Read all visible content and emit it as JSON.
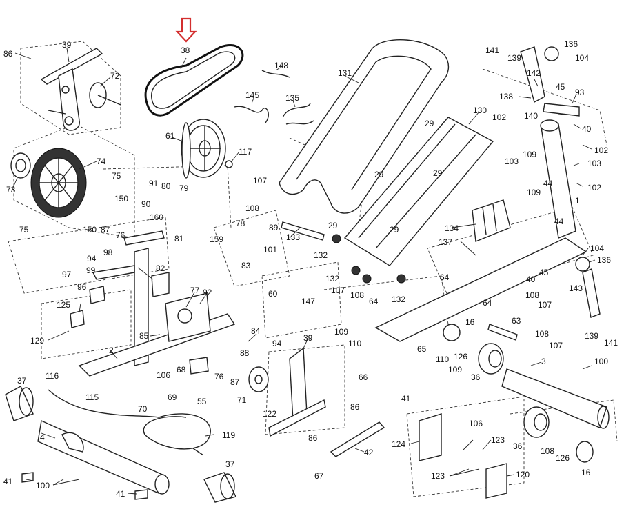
{
  "callouts": {
    "c38": "38",
    "c39a": "39",
    "c86a": "86",
    "c72": "72",
    "c148": "148",
    "c131": "131",
    "c141a": "141",
    "c139a": "139",
    "c136a": "136",
    "c104a": "104",
    "c142": "142",
    "c138": "138",
    "c45a": "45",
    "c93": "93",
    "c140": "140",
    "c40a": "40",
    "c145": "145",
    "c135": "135",
    "c130": "130",
    "c29a": "29",
    "c102a": "102",
    "c102b": "102",
    "c103a": "103",
    "c103b": "103",
    "c109a": "109",
    "c102c": "102",
    "c61": "61",
    "c117": "117",
    "c74": "74",
    "c73": "73",
    "c75a": "75",
    "c150a": "150",
    "c150b": "150",
    "c87a": "87",
    "c76a": "76",
    "c75b": "75",
    "c91": "91",
    "c80": "80",
    "c79": "79",
    "c90": "90",
    "c160": "160",
    "c107a": "107",
    "c108a": "108",
    "c29b": "29",
    "c29c": "29",
    "c44a": "44",
    "c109b": "109",
    "c44b": "44",
    "c1": "1",
    "c29d": "29",
    "c29e": "29",
    "c78": "78",
    "c89": "89",
    "c133": "133",
    "c134": "134",
    "c81": "81",
    "c159": "159",
    "c101": "101",
    "c132a": "132",
    "c137": "137",
    "c104b": "104",
    "c136b": "136",
    "c83": "83",
    "c98": "98",
    "c94a": "94",
    "c99": "99",
    "c97": "97",
    "c96": "96",
    "c82": "82",
    "c132b": "132",
    "c64a": "64",
    "c45b": "45",
    "c132c": "132",
    "c40b": "40",
    "c77": "77",
    "c92": "92",
    "c60": "60",
    "c147": "147",
    "c107b": "107",
    "c108b": "108",
    "c64b": "64",
    "c64c": "64",
    "c108c": "108",
    "c107c": "107",
    "c143": "143",
    "c125": "125",
    "c129": "129",
    "c85": "85",
    "c84": "84",
    "c94b": "94",
    "c39b": "39",
    "c109c": "109",
    "c110a": "110",
    "c16a": "16",
    "c63": "63",
    "c108d": "108",
    "c107d": "107",
    "c139b": "139",
    "c141b": "141",
    "c2": "2",
    "c65": "65",
    "c126a": "126",
    "c110b": "110",
    "c109d": "109",
    "c100a": "100",
    "c3": "3",
    "c36a": "36",
    "c88": "88",
    "c76b": "76",
    "c87b": "87",
    "c68": "68",
    "c37a": "37",
    "c116": "116",
    "c106a": "106",
    "c115": "115",
    "c69": "69",
    "c55": "55",
    "c70": "70",
    "c71": "71",
    "c66": "66",
    "c41a": "41",
    "c122": "122",
    "c86b": "86",
    "c86c": "86",
    "c4": "4",
    "c119": "119",
    "c106b": "106",
    "c124": "124",
    "c42": "42",
    "c123a": "123",
    "c36b": "36",
    "c108e": "108",
    "c126b": "126",
    "c16b": "16",
    "c123b": "123",
    "c120": "120",
    "c37b": "37",
    "c41b": "41",
    "c100b": "100",
    "c41c": "41",
    "c67": "67"
  },
  "colors": {
    "highlight_arrow": "#d32f2f",
    "line": "#222222",
    "background": "#ffffff"
  },
  "icons": {
    "highlight": "down-arrow-icon"
  }
}
